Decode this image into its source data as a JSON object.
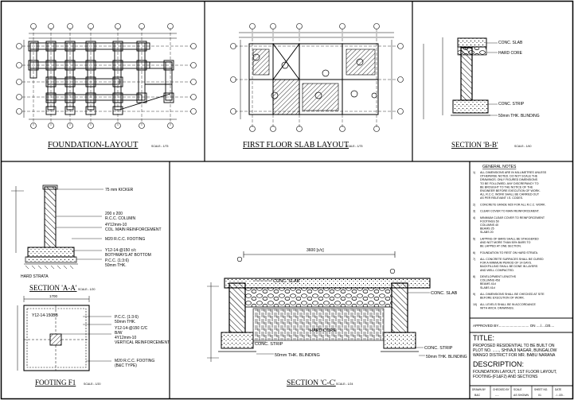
{
  "titles": {
    "foundation": "FOUNDATION-LAYOUT",
    "foundation_scale": "SCALE:- 1/75",
    "slab": "FIRST FLOOR SLAB LAYOUT",
    "slab_scale": "SCALE:- 1/75",
    "bb": "SECTION 'B-B'",
    "bb_scale": "SCALE:- 1/40",
    "aa": "SECTION 'A-A'",
    "aa_scale": "SCALE:- 1/20",
    "f1": "FOOTING F1",
    "f1_scale": "SCALE:- 1/20",
    "cc": "SECTION 'C-C'",
    "cc_scale": "SCALE:- 1/24"
  },
  "bb_labels": {
    "conc_slab": "CONC. SLAB",
    "hard_core": "HARD CORE",
    "conc_strip": "CONC. STRIP",
    "blinding": "50mm THK. BLINDING"
  },
  "aa_labels": {
    "kicker": "75 mm KICKER",
    "column_size": "200 x 200",
    "column": "R.C.C. COLUMN",
    "column_bars": "4Y12mm-10",
    "column_reinf": "COL. MAIN REINFORCEMENT",
    "footing": "M20 R.C.C. FOOTING",
    "bars": "Y12-14-@150 c/c",
    "bothways": "BOTHWAYS AT BOTTOM",
    "pcc": "P.C.C. (1:3:6)",
    "pcc_thk": "50mm THK.",
    "strata": "HARD STRATA"
  },
  "f1_labels": {
    "top_bars": "Y12-14-150BB",
    "pcc": "P.C.C. (1:3:6)",
    "pcc_thk": "50mm THK.",
    "bars": "Y12-14-@150 C/C",
    "bothways": "B/W",
    "col_bars": "4Y12mm-10",
    "vert": "VERTICAL REINFORCEMENT",
    "footing": "M20 R.C.C. FOOTING",
    "typ": "(B&C TYPE)",
    "dim": "1700"
  },
  "cc_labels": {
    "conc_slab": "CONC. SLAB",
    "conc_slab_right": "CONC. SLAB",
    "hard_core": "HARD CORE",
    "conc_strip": "CONC. STRIP",
    "blinding": "50mm THK. BLINDING",
    "conc_strip_right": "CONC. STRIP",
    "blinding_right": "50mm THK. BLINDING",
    "span": "3600 [c/c]"
  },
  "notes": {
    "heading": "GENERAL NOTES",
    "items": [
      {
        "num": "1)",
        "lines": [
          "ALL DIMENSIONS ARE IN MILLIMETRES UNLESS",
          "OTHERWISE NOTED. DO NOT SCALE THE",
          "DRAWINGS. ONLY FIGURED DIMENSIONS",
          "TO BE FOLLOWED. ANY DISCREPANCY TO",
          "BE BROUGHT TO THE NOTICE OF THE",
          "ENGINEER BEFORE EXECUTION OF WORK.",
          "ALL R.C.C. WORK SHALL BE CARRIED OUT",
          "AS PER RELEVANT I.S. CODES."
        ]
      },
      {
        "num": "2)",
        "lines": [
          "CONCRETE GRADE M20 FOR ALL R.C.C. WORK."
        ]
      },
      {
        "num": "3)",
        "lines": [
          "CLEAR COVER TO MAIN REINFORCEMENT."
        ]
      },
      {
        "num": "4)",
        "lines": [
          "MINIMUM CLEAR COVER TO REINFORCEMENT",
          "FOOTINGS     50",
          "COLUMNS      40",
          "BEAMS        25",
          "SLABS        20"
        ]
      },
      {
        "num": "5)",
        "lines": [
          "LAPPING OF BARS SHALL BE STAGGERED",
          "AND NOT MORE THAN 50% BARS TO",
          "BE LAPPED AT ONE SECTION."
        ]
      },
      {
        "num": "6)",
        "lines": [
          "FOUNDATION TO REST ON HARD STRATA."
        ]
      },
      {
        "num": "7)",
        "lines": [
          "ALL CONCRETE SURFACES SHALL BE CURED",
          "FOR A MINIMUM PERIOD OF 14 DAYS.",
          "BACKFILLING SHALL BE DONE IN LAYERS",
          "AND WELL COMPACTED."
        ]
      },
      {
        "num": "8)",
        "lines": [
          "DEVELOPMENT LENGTHS",
          "COLUMNS      45d",
          "BEAMS        41d",
          "SLABS        41d"
        ]
      },
      {
        "num": "9)",
        "lines": [
          "ALL DIMENSIONS SHALL BE CHECKED AT SITE",
          "BEFORE EXECUTION OF WORK."
        ]
      },
      {
        "num": "10)",
        "lines": [
          "ALL LEVELS SHALL BE IN ACCORDANCE",
          "WITH ARCH. DRAWINGS."
        ]
      }
    ]
  },
  "title_block": {
    "approved": "APPROVED BY...............................  ON ..../..../20....",
    "title_heading": "TITLE:",
    "title_lines": [
      "PROPOSED RESIDENTIAL TO BE BUILT ON",
      "PLOT NO. ......, SHIVAJI NAGAR, BUNGALOW",
      "WANGO DISTRICT FOR MR. BABU NARANA"
    ],
    "description_heading": "DESCRIPTION:",
    "description_lines": [
      "FOUNDATION LAYOUT, 1ST FLOOR LAYOUT,",
      "FOOTING-(F1&F2) AND SECTIONS"
    ],
    "cells": [
      {
        "label": "DRAWN BY",
        "value": "B&C"
      },
      {
        "label": "CHECKED BY",
        "value": "----"
      },
      {
        "label": "SCALE",
        "value": "AS SHOWN"
      },
      {
        "label": "SHEET NO.",
        "value": "01"
      },
      {
        "label": "DATE",
        "value": "../../20.."
      }
    ]
  }
}
